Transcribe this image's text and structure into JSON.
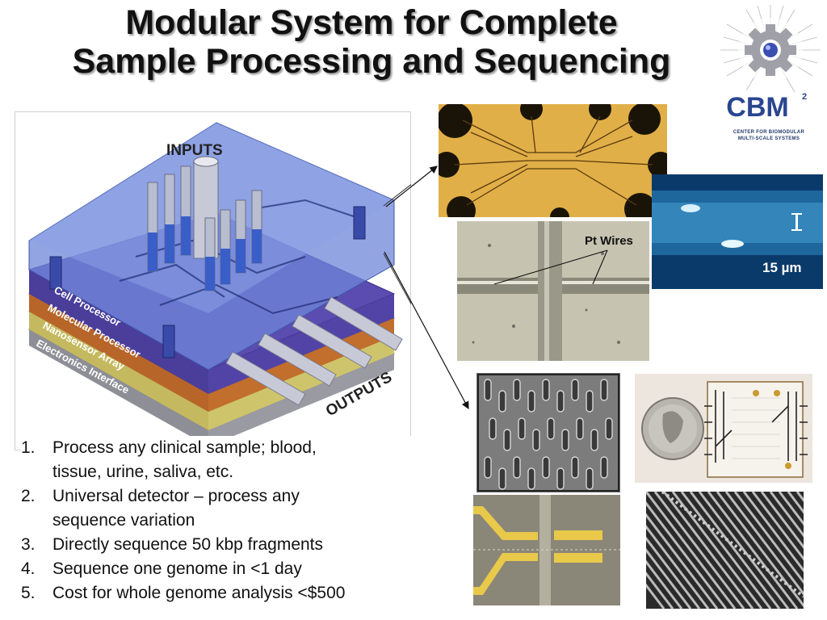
{
  "slide": {
    "title_line1": "Modular System for Complete",
    "title_line2": "Sample Processing and Sequencing"
  },
  "logo": {
    "text": "CBM",
    "superscript": "2",
    "caption_line1": "CENTER FOR BIOMODULAR",
    "caption_line2": "MULTI-SCALE SYSTEMS"
  },
  "device_diagram": {
    "inputs_label": "INPUTS",
    "outputs_label": "OUTPUTS",
    "layers": [
      {
        "label": "Cell Processor",
        "color": "#5060c8"
      },
      {
        "label": "Molecular Processor",
        "color": "#d07a30"
      },
      {
        "label": "Nanosensor Array",
        "color": "#d8cf7a"
      },
      {
        "label": "Electronics Interface",
        "color": "#a8a8b0"
      }
    ]
  },
  "micrographs": {
    "pt_wires_label": "Pt Wires",
    "scale_bar_label": "15 µm"
  },
  "goals": [
    {
      "num": "1.",
      "line1": "Process any clinical sample; blood,",
      "line2": "tissue, urine, saliva, etc."
    },
    {
      "num": "2.",
      "line1": "Universal detector – process any",
      "line2": "sequence variation"
    },
    {
      "num": "3.",
      "line1": "Directly sequence 50 kbp fragments",
      "line2": ""
    },
    {
      "num": "4.",
      "line1": "Sequence one genome in <1 day",
      "line2": ""
    },
    {
      "num": "5.",
      "line1": "Cost for whole genome analysis <$500",
      "line2": ""
    }
  ]
}
